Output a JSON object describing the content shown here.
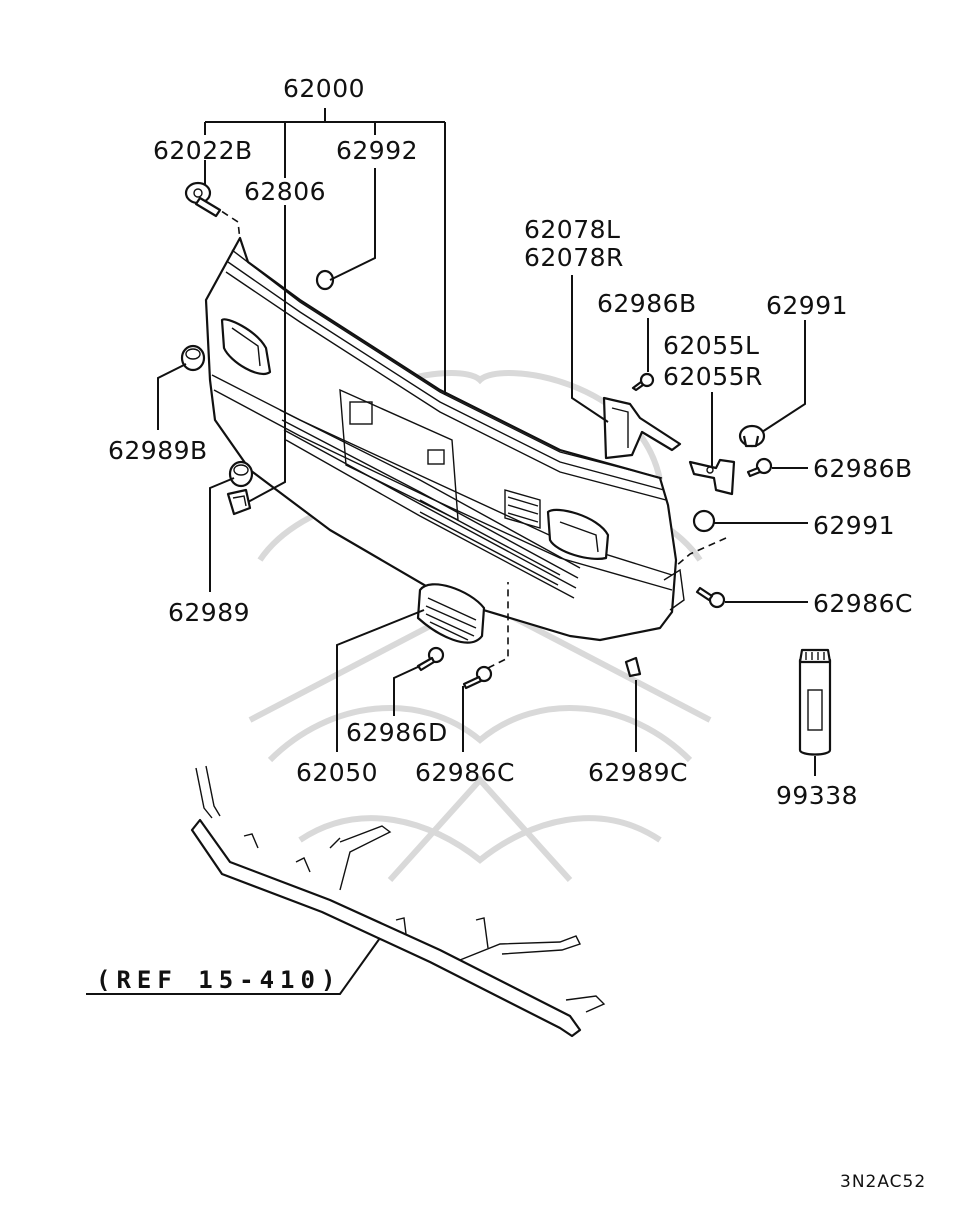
{
  "labels": {
    "p62000": "62000",
    "p62022B": "62022B",
    "p62992": "62992",
    "p62806": "62806",
    "p62078L": "62078L",
    "p62078R": "62078R",
    "p62986B_top": "62986B",
    "p62991_top": "62991",
    "p62055L": "62055L",
    "p62055R": "62055R",
    "p62986B_right": "62986B",
    "p62991_right": "62991",
    "p62986C_right": "62986C",
    "p62989B": "62989B",
    "p62989": "62989",
    "p62986D": "62986D",
    "p62050": "62050",
    "p62986C_bottom": "62986C",
    "p62989C": "62989C",
    "p99338": "99338"
  },
  "reference": "(REF 15-410)",
  "diagram_code": "3N2AC52"
}
